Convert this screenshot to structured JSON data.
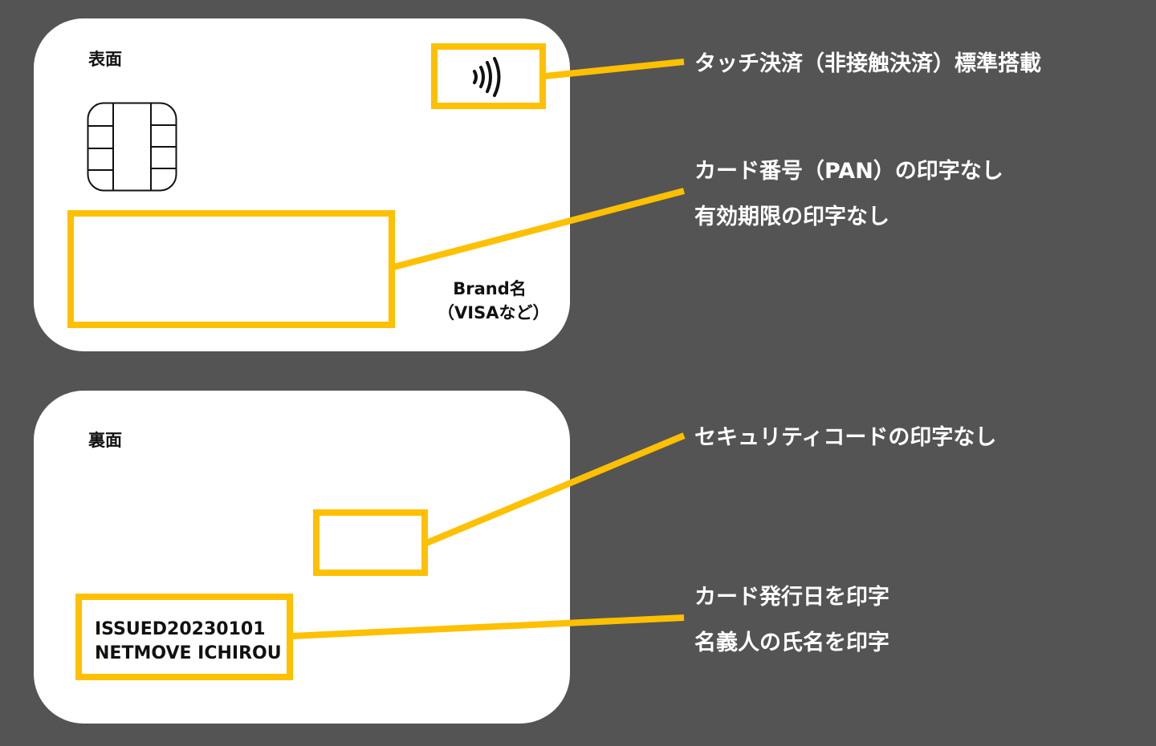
{
  "front": {
    "side_label": "表面",
    "brand_line1": "Brand名",
    "brand_line2": "（VISAなど）"
  },
  "back": {
    "side_label": "裏面",
    "issued": "ISSUED20230101",
    "name": "NETMOVE ICHIROU"
  },
  "annotations": {
    "contactless": "タッチ決済（非接触決済）標準搭載",
    "pan": "カード番号（PAN）の印字なし",
    "expiry": "有効期限の印字なし",
    "cvv": "セキュリティコードの印字なし",
    "issue_date": "カード発行日を印字",
    "holder": "名義人の氏名を印字"
  },
  "colors": {
    "background": "#545454",
    "highlight": "#FFC000",
    "card": "#FFFFFF"
  }
}
